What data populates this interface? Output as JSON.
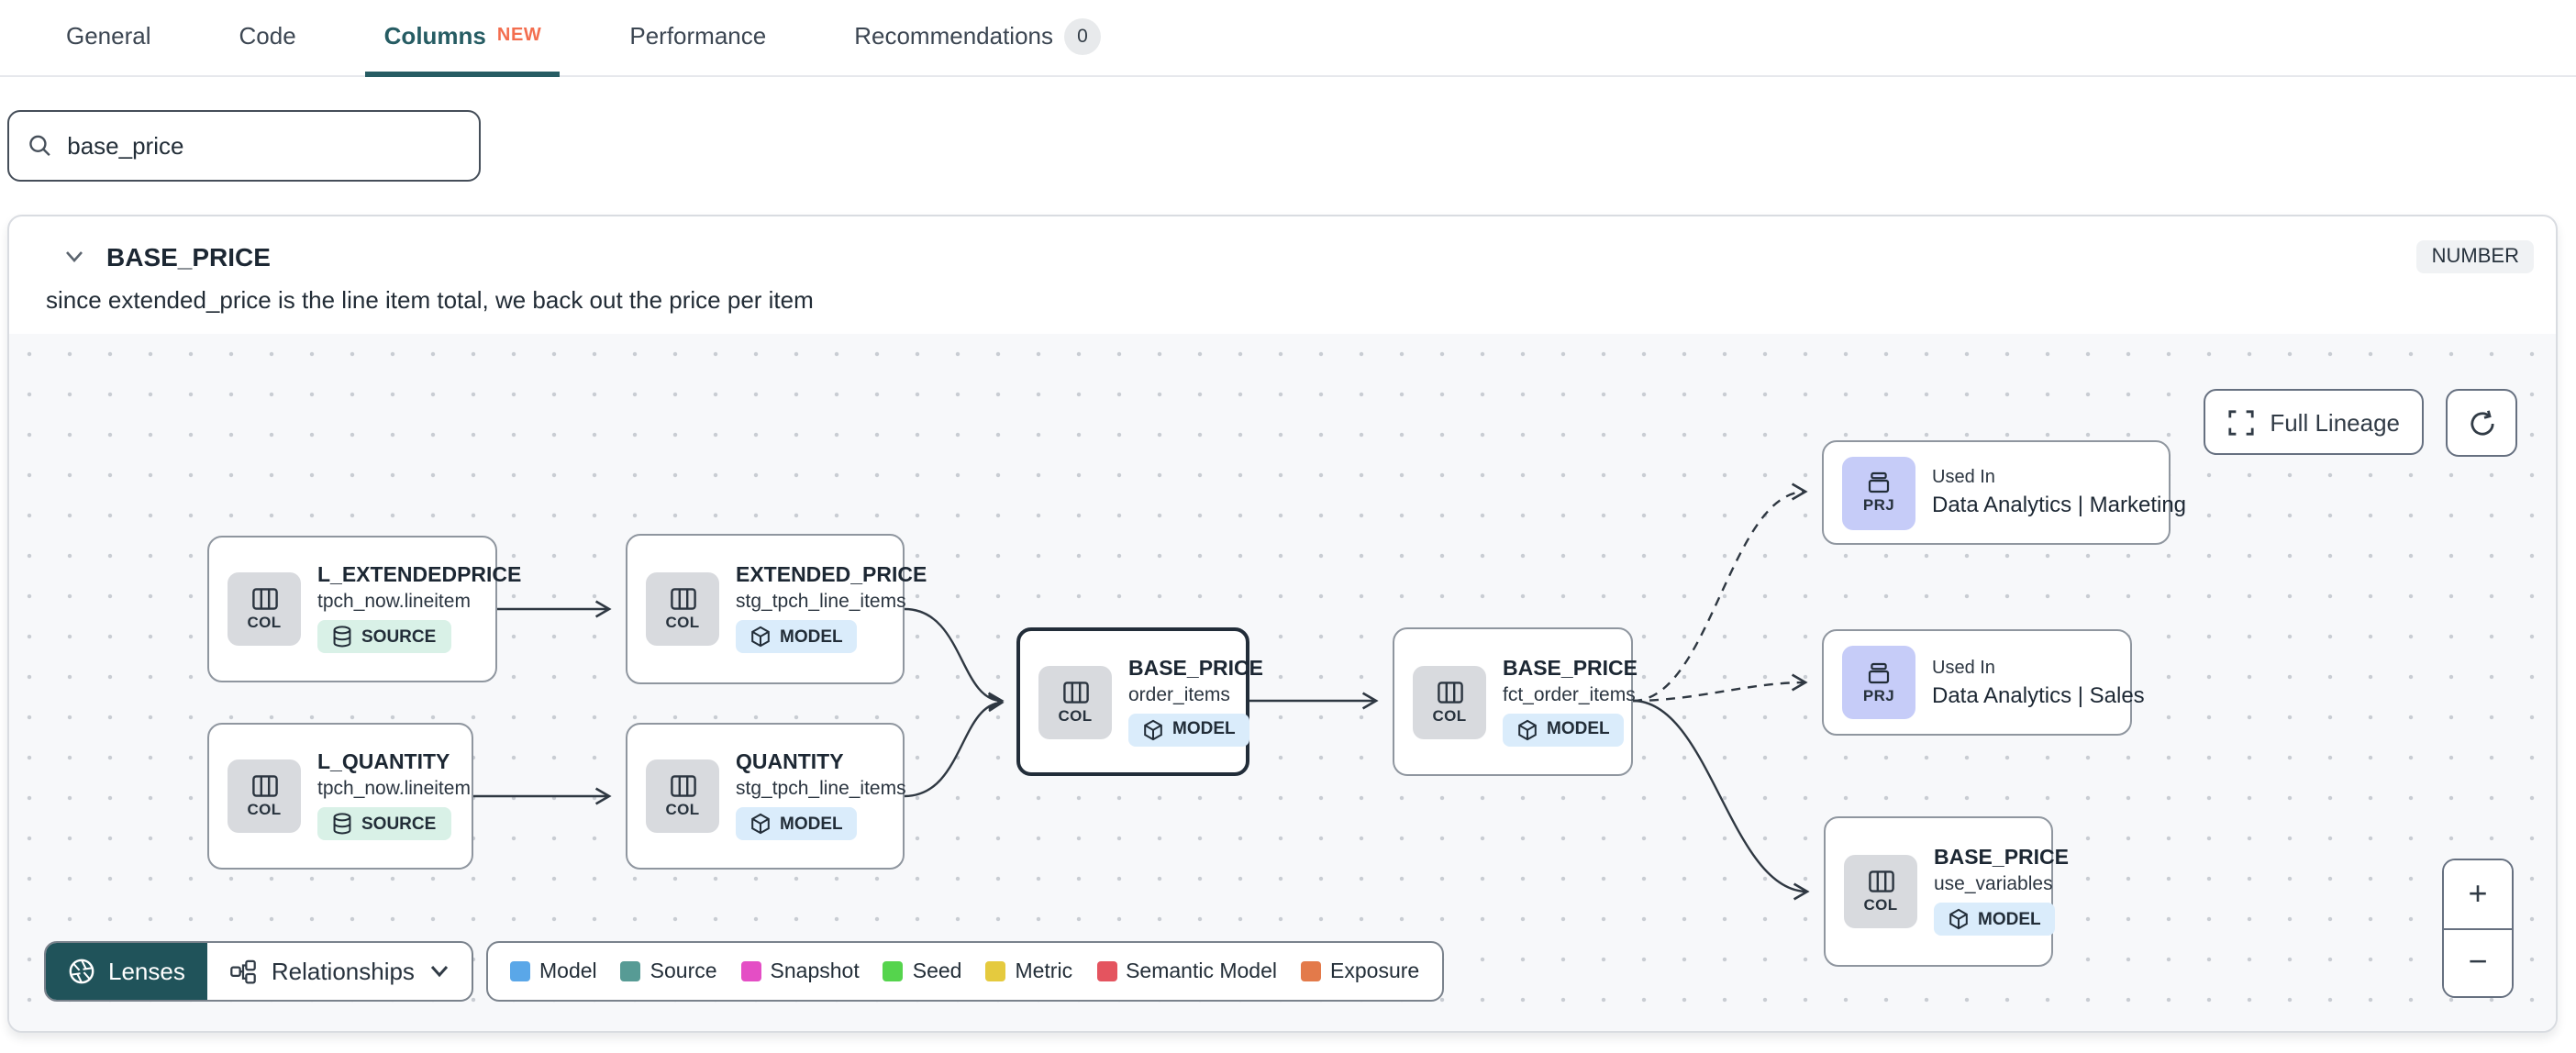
{
  "tabs": {
    "items": [
      {
        "label": "General"
      },
      {
        "label": "Code"
      },
      {
        "label": "Columns",
        "badge": "NEW"
      },
      {
        "label": "Performance"
      },
      {
        "label": "Recommendations",
        "count": "0"
      }
    ]
  },
  "search": {
    "value": "base_price"
  },
  "column_panel": {
    "name": "BASE_PRICE",
    "type_badge": "NUMBER",
    "description": "since extended_price is the line item total, we back out the price per item"
  },
  "lineage": {
    "controls": {
      "full_lineage_label": "Full Lineage",
      "zoom_in": "+",
      "zoom_out": "−"
    },
    "toolbar": {
      "lenses_label": "Lenses",
      "relationships_label": "Relationships"
    },
    "legend": [
      {
        "label": "Model",
        "color": "#5aa7e8"
      },
      {
        "label": "Source",
        "color": "#579b95"
      },
      {
        "label": "Snapshot",
        "color": "#e44ec5"
      },
      {
        "label": "Seed",
        "color": "#55d44d"
      },
      {
        "label": "Metric",
        "color": "#e5ca3e"
      },
      {
        "label": "Semantic Model",
        "color": "#e4545f"
      },
      {
        "label": "Exposure",
        "color": "#e37a4a"
      }
    ],
    "nodes": [
      {
        "chip": "COL",
        "title": "L_EXTENDEDPRICE",
        "subtitle": "tpch_now.lineitem",
        "badge": "SOURCE"
      },
      {
        "chip": "COL",
        "title": "EXTENDED_PRICE",
        "subtitle": "stg_tpch_line_items",
        "badge": "MODEL"
      },
      {
        "chip": "COL",
        "title": "L_QUANTITY",
        "subtitle": "tpch_now.lineitem",
        "badge": "SOURCE"
      },
      {
        "chip": "COL",
        "title": "QUANTITY",
        "subtitle": "stg_tpch_line_items",
        "badge": "MODEL"
      },
      {
        "chip": "COL",
        "title": "BASE_PRICE",
        "subtitle": "order_items",
        "badge": "MODEL"
      },
      {
        "chip": "COL",
        "title": "BASE_PRICE",
        "subtitle": "fct_order_items",
        "badge": "MODEL"
      },
      {
        "chip": "PRJ",
        "label": "Used In",
        "title": "Data Analytics | Marketing"
      },
      {
        "chip": "PRJ",
        "label": "Used In",
        "title": "Data Analytics | Sales"
      },
      {
        "chip": "COL",
        "title": "BASE_PRICE",
        "subtitle": "use_variables",
        "badge": "MODEL"
      }
    ]
  }
}
